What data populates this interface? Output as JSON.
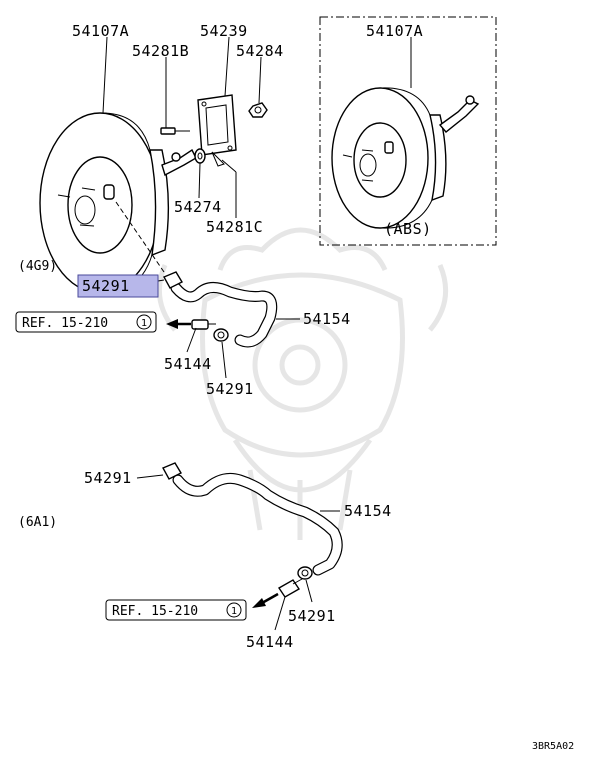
{
  "parts": {
    "booster_main": "54107A",
    "booster_abs": "54107A",
    "gasket": "54239",
    "stud": "54281B",
    "nut": "54284",
    "washer": "54274",
    "clip": "54281C",
    "clamp_top": "54291",
    "clamp_mid": "54291",
    "hose_top": "54154",
    "check_valve_top": "54144",
    "clamp_lower_a": "54291",
    "hose_lower": "54154",
    "clamp_lower_b": "54291",
    "check_valve_lower": "54144"
  },
  "labels": {
    "abs": "(ABS)",
    "variant_4g9": "(4G9)",
    "variant_6a1": "(6A1)",
    "ref_top": "REF. 15-210",
    "ref_top_circle": "1",
    "ref_lower": "REF. 15-210",
    "ref_lower_circle": "1",
    "diagram_code": "3BR5A02"
  },
  "colors": {
    "highlight": "#b7b7ea",
    "ink": "#000000",
    "watermark": "#e6e6e6"
  }
}
